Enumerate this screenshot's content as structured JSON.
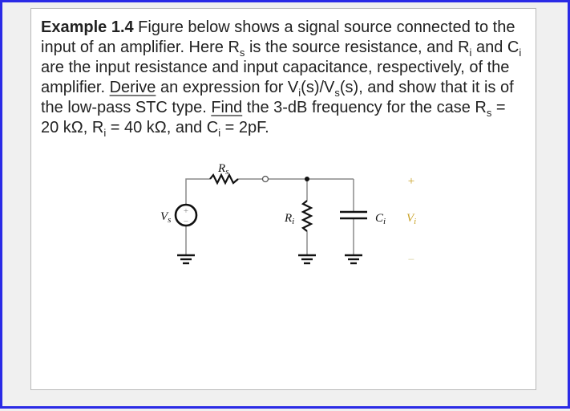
{
  "problem": {
    "heading": "Example 1.4",
    "segments": {
      "s1": " Figure below shows a signal source connected to the input of an amplifier. Here R",
      "s1_sub": "s",
      "s2": " is the source resistance, and R",
      "s2_sub": "i",
      "s3": " and C",
      "s3_sub": "i",
      "s4": " are the input resistance and input capacitance, respectively, of the amplifier. ",
      "derive_link": "Derive",
      "s5": " an expression for V",
      "s5_sub": "i",
      "s6": "(s)/V",
      "s6_sub": "s",
      "s7": "(s), and show that it is of the low-pass STC type. ",
      "find_link": "Find",
      "s8": " the 3-dB frequency for the case R",
      "s8_sub": "s",
      "s9": " = 20 kΩ, R",
      "s9_sub": "i",
      "s10": " = 40 kΩ, and C",
      "s10_sub": "i",
      "s11": " = 2pF."
    }
  },
  "circuit": {
    "labels": {
      "source_resistor": "R",
      "source_resistor_sub": "s",
      "source_voltage": "V",
      "source_voltage_sub": "s",
      "input_resistor": "R",
      "input_resistor_sub": "i",
      "input_capacitor": "C",
      "input_capacitor_sub": "i",
      "output_voltage": "V",
      "output_voltage_sub": "i",
      "plus": "+",
      "minus": "−",
      "source_plus": "+",
      "source_minus": "−"
    },
    "colors": {
      "wire": "#8a8a8a",
      "component": "#111111",
      "output_label": "#c9a227"
    }
  },
  "colors": {
    "window_border": "#2a2ae6",
    "background": "#f0f0f0",
    "card": "#ffffff",
    "card_border": "#b9b9b9",
    "text": "#222222"
  }
}
